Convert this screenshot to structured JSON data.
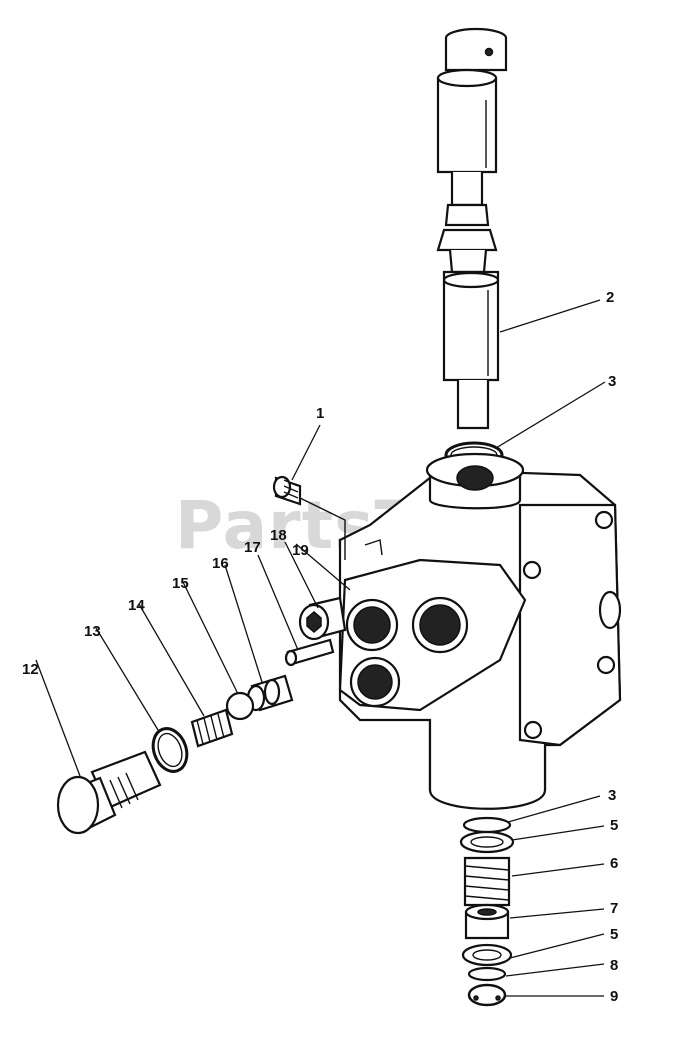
{
  "watermark": "PartsTree",
  "callouts": [
    {
      "id": "c1",
      "text": "1"
    },
    {
      "id": "c2",
      "text": "2"
    },
    {
      "id": "c3a",
      "text": "3"
    },
    {
      "id": "c3b",
      "text": "3"
    },
    {
      "id": "c5a",
      "text": "5"
    },
    {
      "id": "c6",
      "text": "6"
    },
    {
      "id": "c7",
      "text": "7"
    },
    {
      "id": "c5b",
      "text": "5"
    },
    {
      "id": "c8",
      "text": "8"
    },
    {
      "id": "c9",
      "text": "9"
    },
    {
      "id": "c12",
      "text": "12"
    },
    {
      "id": "c13",
      "text": "13"
    },
    {
      "id": "c14",
      "text": "14"
    },
    {
      "id": "c15",
      "text": "15"
    },
    {
      "id": "c16",
      "text": "16"
    },
    {
      "id": "c17",
      "text": "17"
    },
    {
      "id": "c18",
      "text": "18"
    },
    {
      "id": "c19",
      "text": "19"
    }
  ]
}
